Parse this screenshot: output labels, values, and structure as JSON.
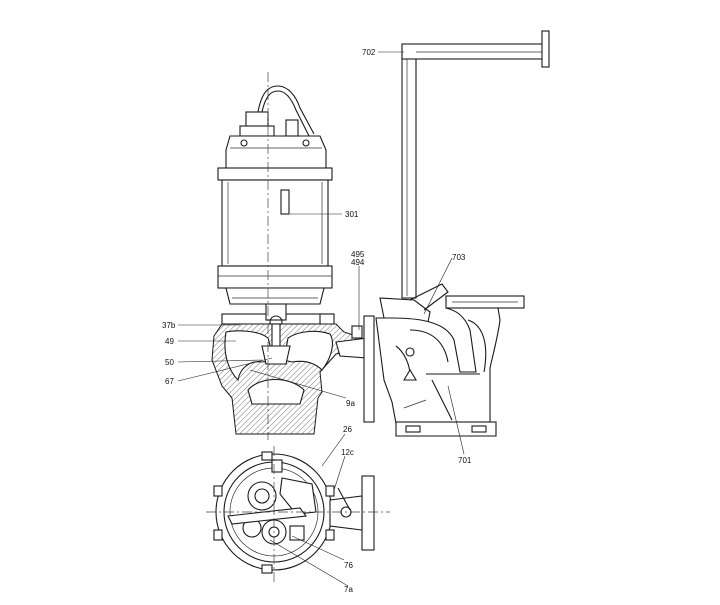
{
  "labels": {
    "l702": "702",
    "l301": "301",
    "l495": "495",
    "l494": "494",
    "l703": "703",
    "l37b": "37b",
    "l49": "49",
    "l50": "50",
    "l67": "67",
    "l9a": "9a",
    "l701": "701",
    "l26": "26",
    "l12c": "12c",
    "l76": "76",
    "l7a": "7a"
  }
}
